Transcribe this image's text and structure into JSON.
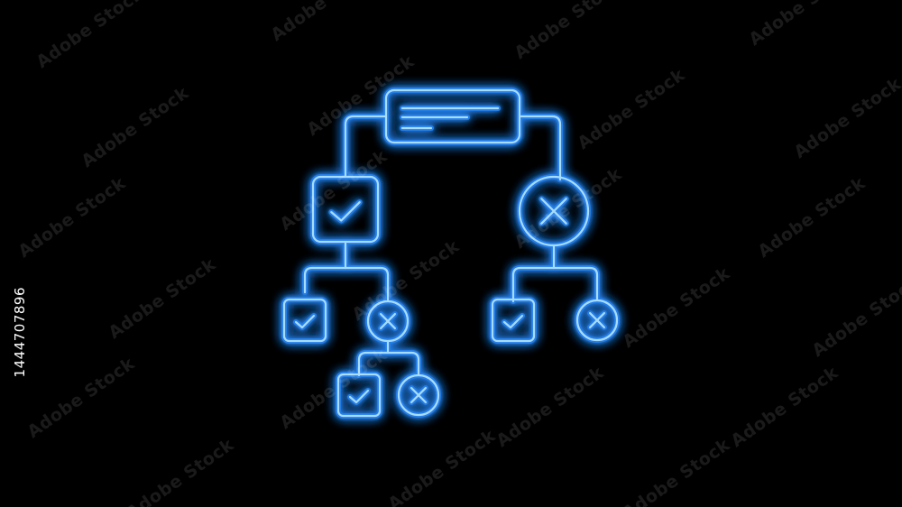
{
  "scene": {
    "background": "#000000",
    "glow_color": "#1e90ff",
    "core_color": "#9fd8ff",
    "icon": "decision-tree-icon"
  },
  "watermark": {
    "text": "Adobe Stock"
  },
  "stock_id": "1444707896",
  "nodes": [
    {
      "name": "root-banner-node",
      "type": "banner"
    },
    {
      "name": "approve-square-node",
      "type": "check-square"
    },
    {
      "name": "reject-circle-node",
      "type": "cross-circle"
    },
    {
      "name": "left-check-square-node",
      "type": "check-square"
    },
    {
      "name": "left-cross-circle-node",
      "type": "cross-circle"
    },
    {
      "name": "bottom-check-square-node",
      "type": "check-square"
    },
    {
      "name": "bottom-cross-circle-node",
      "type": "cross-circle"
    },
    {
      "name": "right-check-square-node",
      "type": "check-square"
    },
    {
      "name": "right-cross-circle-node",
      "type": "cross-circle"
    }
  ]
}
